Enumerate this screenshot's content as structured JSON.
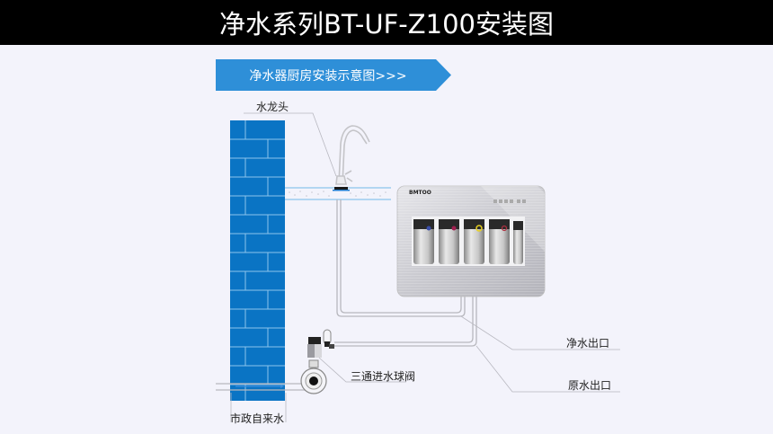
{
  "title": "净水系列BT-UF-Z100安装图",
  "banner": {
    "label": "净水器厨房安装示意图>>>",
    "color": "#2e8fd8"
  },
  "labels": {
    "faucet": "水龙头",
    "purified_outlet": "净水出口",
    "raw_outlet": "原水出口",
    "three_way_valve": "三通进水球阀",
    "municipal_water": "市政自来水"
  },
  "purifier": {
    "brand": "BMTOO",
    "cartridge_count": 5,
    "cartridge_accents": [
      "#3a4ea8",
      "#a02050",
      "#e8d020",
      "#b03040",
      "#c07040"
    ]
  },
  "colors": {
    "wall": "#0a74c4",
    "wall_mortar": "#8cc4ec",
    "background": "#f3f3fb",
    "title_bar": "#000000"
  }
}
